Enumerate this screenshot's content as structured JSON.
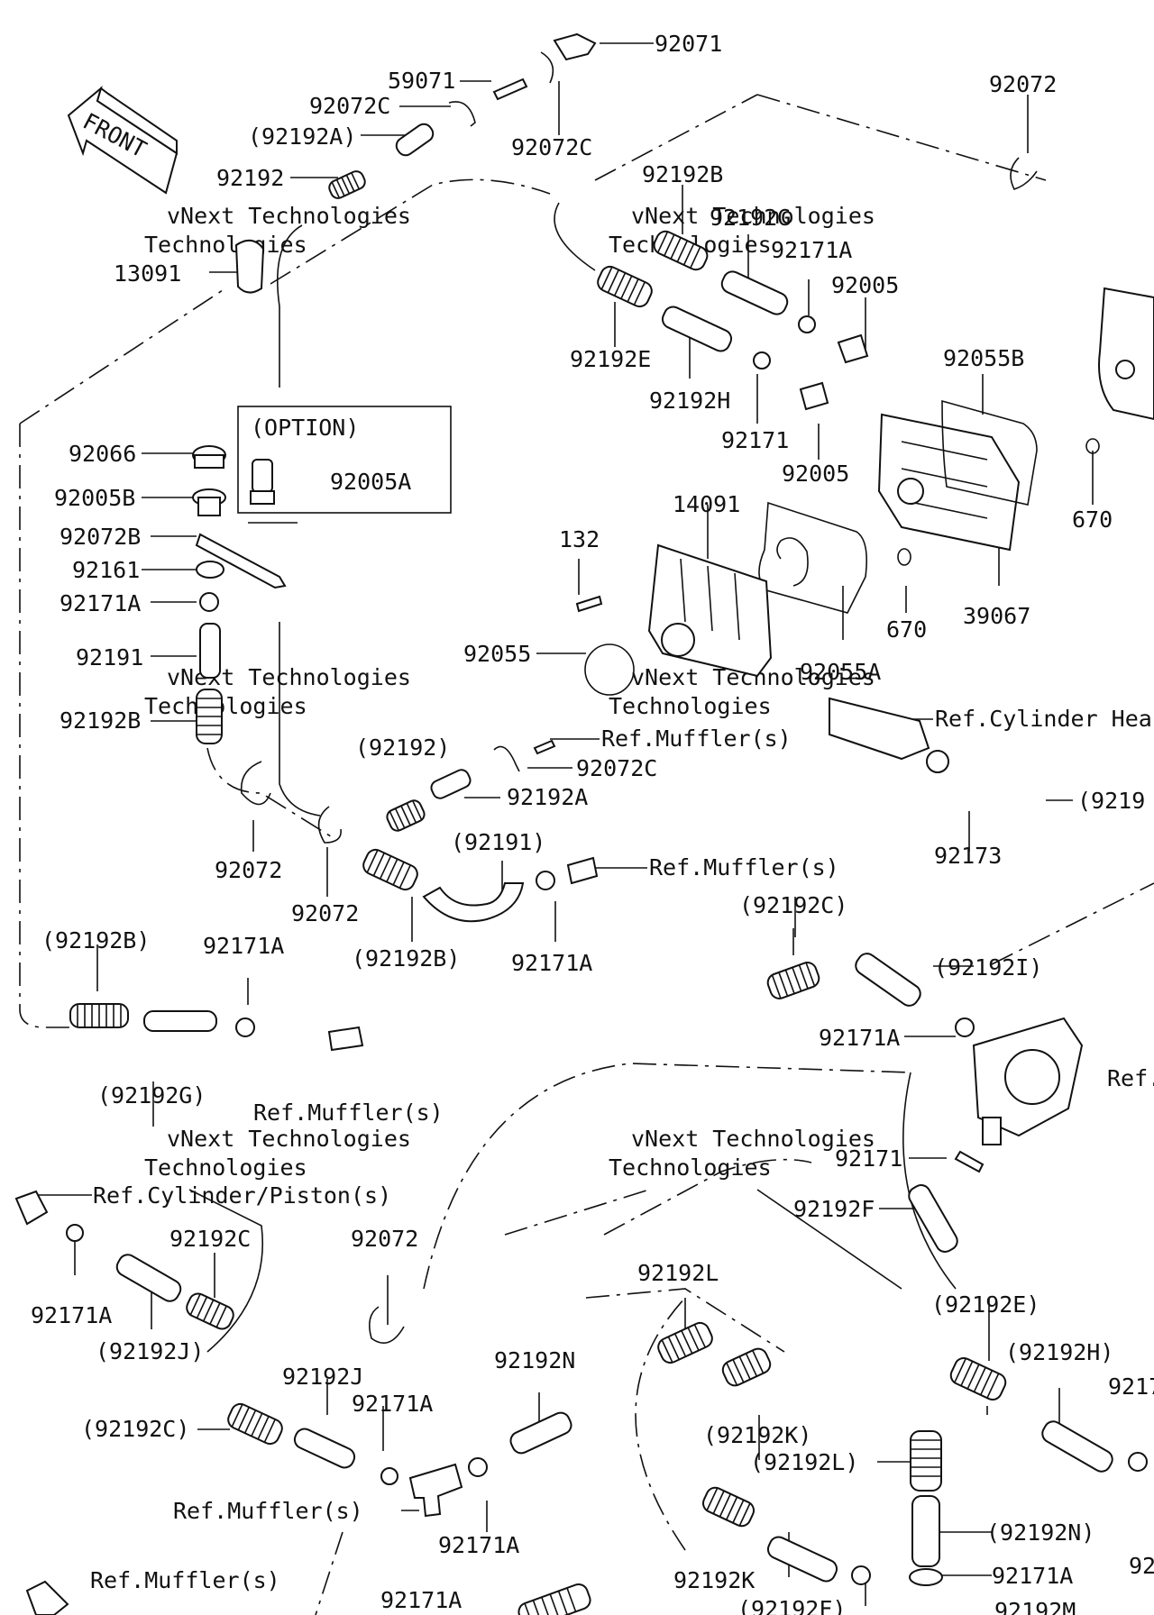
{
  "front_label": "FRONT",
  "watermark_small": "vNext Technologies",
  "watermark_large": "Technologies",
  "option_box": {
    "title": "(OPTION)",
    "part": "92005A"
  },
  "labels": [
    "92071",
    "59071",
    "92072C",
    "(92192A)",
    "92072C",
    "92192",
    "13091",
    "92072",
    "92192B",
    "92192G",
    "92171A",
    "92005",
    "92192E",
    "92192H",
    "92055B",
    "92171",
    "92005",
    "670",
    "92066",
    "92005B",
    "92072B",
    "92161",
    "92171A",
    "92191",
    "92192B",
    "14091",
    "132",
    "92055",
    "92055A",
    "670",
    "39067",
    "Ref.Cylinder Hea",
    "Ref.Muffler(s)",
    "92072C",
    "(92192)",
    "92192A",
    "(9219",
    "92072",
    "92072",
    "92173",
    "(92191)",
    "Ref.Muffler(s)",
    "(92192B)",
    "92171A",
    "(92192B)",
    "92171A",
    "(92192C)",
    "(92192I)",
    "92171A",
    "(92192G)",
    "Ref.Muffler(s)",
    "Ref.",
    "92171",
    "92192F",
    "Ref.Cylinder/Piston(s)",
    "92192C",
    "92072",
    "92171A",
    "(92192J)",
    "92192L",
    "(92192E)",
    "92192N",
    "(92192H)",
    "9217",
    "92192J",
    "92171A",
    "(92192C)",
    "(92192K)",
    "(92192L)",
    "Ref.Muffler(s)",
    "92171A",
    "(92192N)",
    "Ref.Muffler(s)",
    "92171A",
    "92192K",
    "92171A",
    "(92192F)",
    "92192M",
    "92"
  ]
}
